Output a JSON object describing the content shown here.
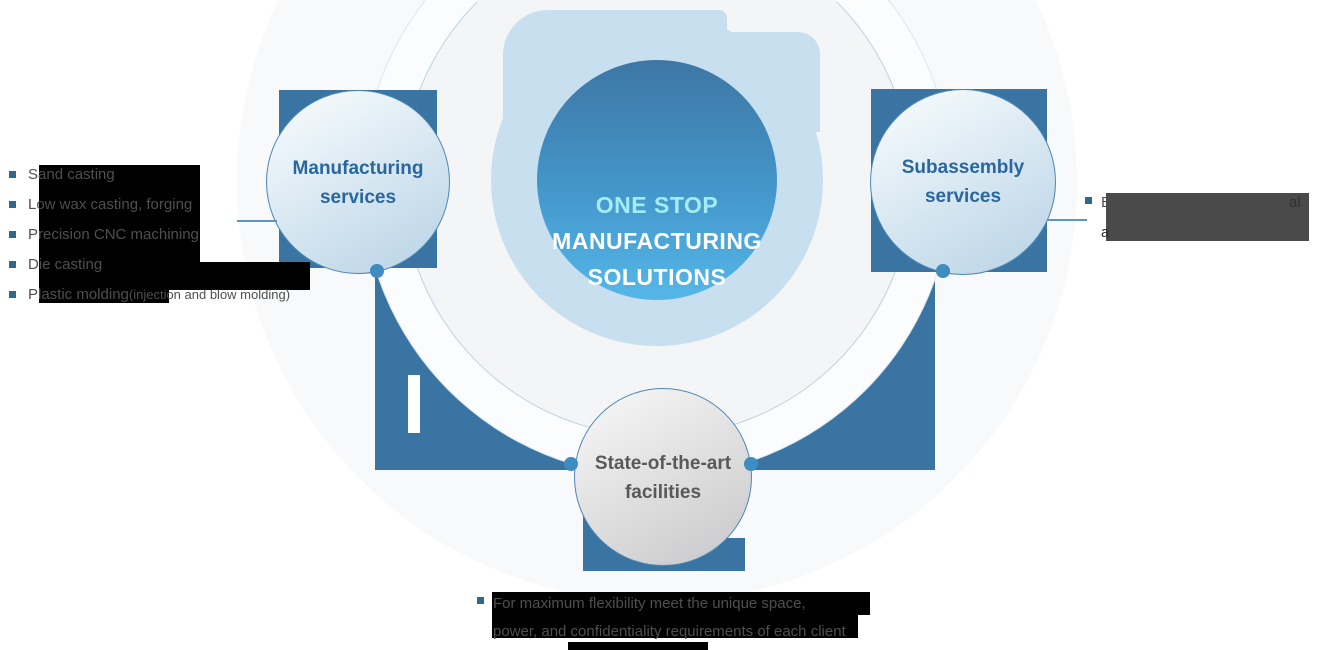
{
  "title": {
    "line1": "ONE STOP",
    "line2": "MANUFACTURING",
    "line3": "SOLUTIONS"
  },
  "nodes": {
    "manufacturing": {
      "label_line1": "Manufacturing",
      "label_line2": "services"
    },
    "subassembly": {
      "label_line1": "Subassembly",
      "label_line2": "services"
    },
    "facilities": {
      "label_line1": "State-of-the-art",
      "label_line2": "facilities"
    }
  },
  "manufacturing_list": {
    "items": [
      "Sand casting",
      "Low wax casting, forging",
      "Precision CNC machining",
      "Die casting"
    ],
    "item5_main": "Plastic molding ",
    "item5_detail": "(injection and blow molding)"
  },
  "subassembly_list": {
    "line1_visible_start": "E",
    "line1_visible_end": "al",
    "line2_visible_start": "a"
  },
  "facilities_list": {
    "line1": "For maximum flexibility meet the unique space,",
    "line2": "power, and confidentiality requirements of each client"
  },
  "colors": {
    "band_blue": "#3a74a3",
    "dot_blue": "#3f8cbf",
    "node_text_blue": "#29679e",
    "accent_cyan": "#a4ecf4",
    "blob_blue": "#c8dff0",
    "gray_circle_text": "#595959",
    "redaction_black": "#000000",
    "redaction_gray": "#4a4a4a"
  }
}
